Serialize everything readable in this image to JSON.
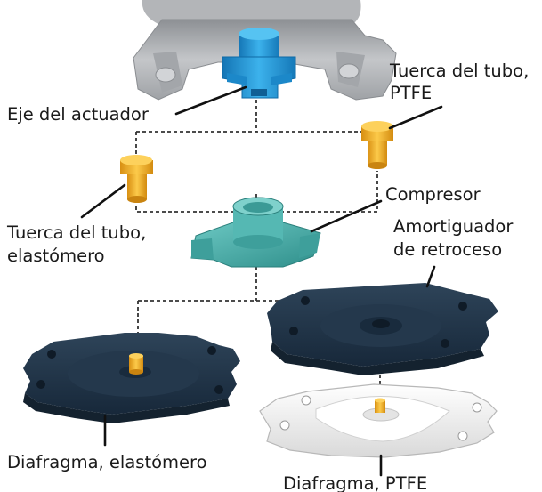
{
  "diagram": {
    "labels": {
      "actuator_shaft": "Eje del actuador",
      "tube_nut_ptfe_line1": "Tuerca del tubo,",
      "tube_nut_ptfe_line2": "PTFE",
      "tube_nut_elastomer_line1": "Tuerca del tubo,",
      "tube_nut_elastomer_line2": "elastómero",
      "compressor": "Compresor",
      "backing_cushion_line1": "Amortiguador",
      "backing_cushion_line2": "de retroceso",
      "diaphragm_elastomer": "Diafragma, elastómero",
      "diaphragm_ptfe": "Diafragma, PTFE"
    },
    "colors": {
      "actuator_body": "#a7a9ad",
      "actuator_shaft": "#1f9ad6",
      "tube_nut": "#f2b32a",
      "compressor": "#4fb4b0",
      "elastomer_parts": "#24384b",
      "ptfe_diaphragm": "#f0f0f0",
      "leader_lines": "#111111"
    }
  }
}
